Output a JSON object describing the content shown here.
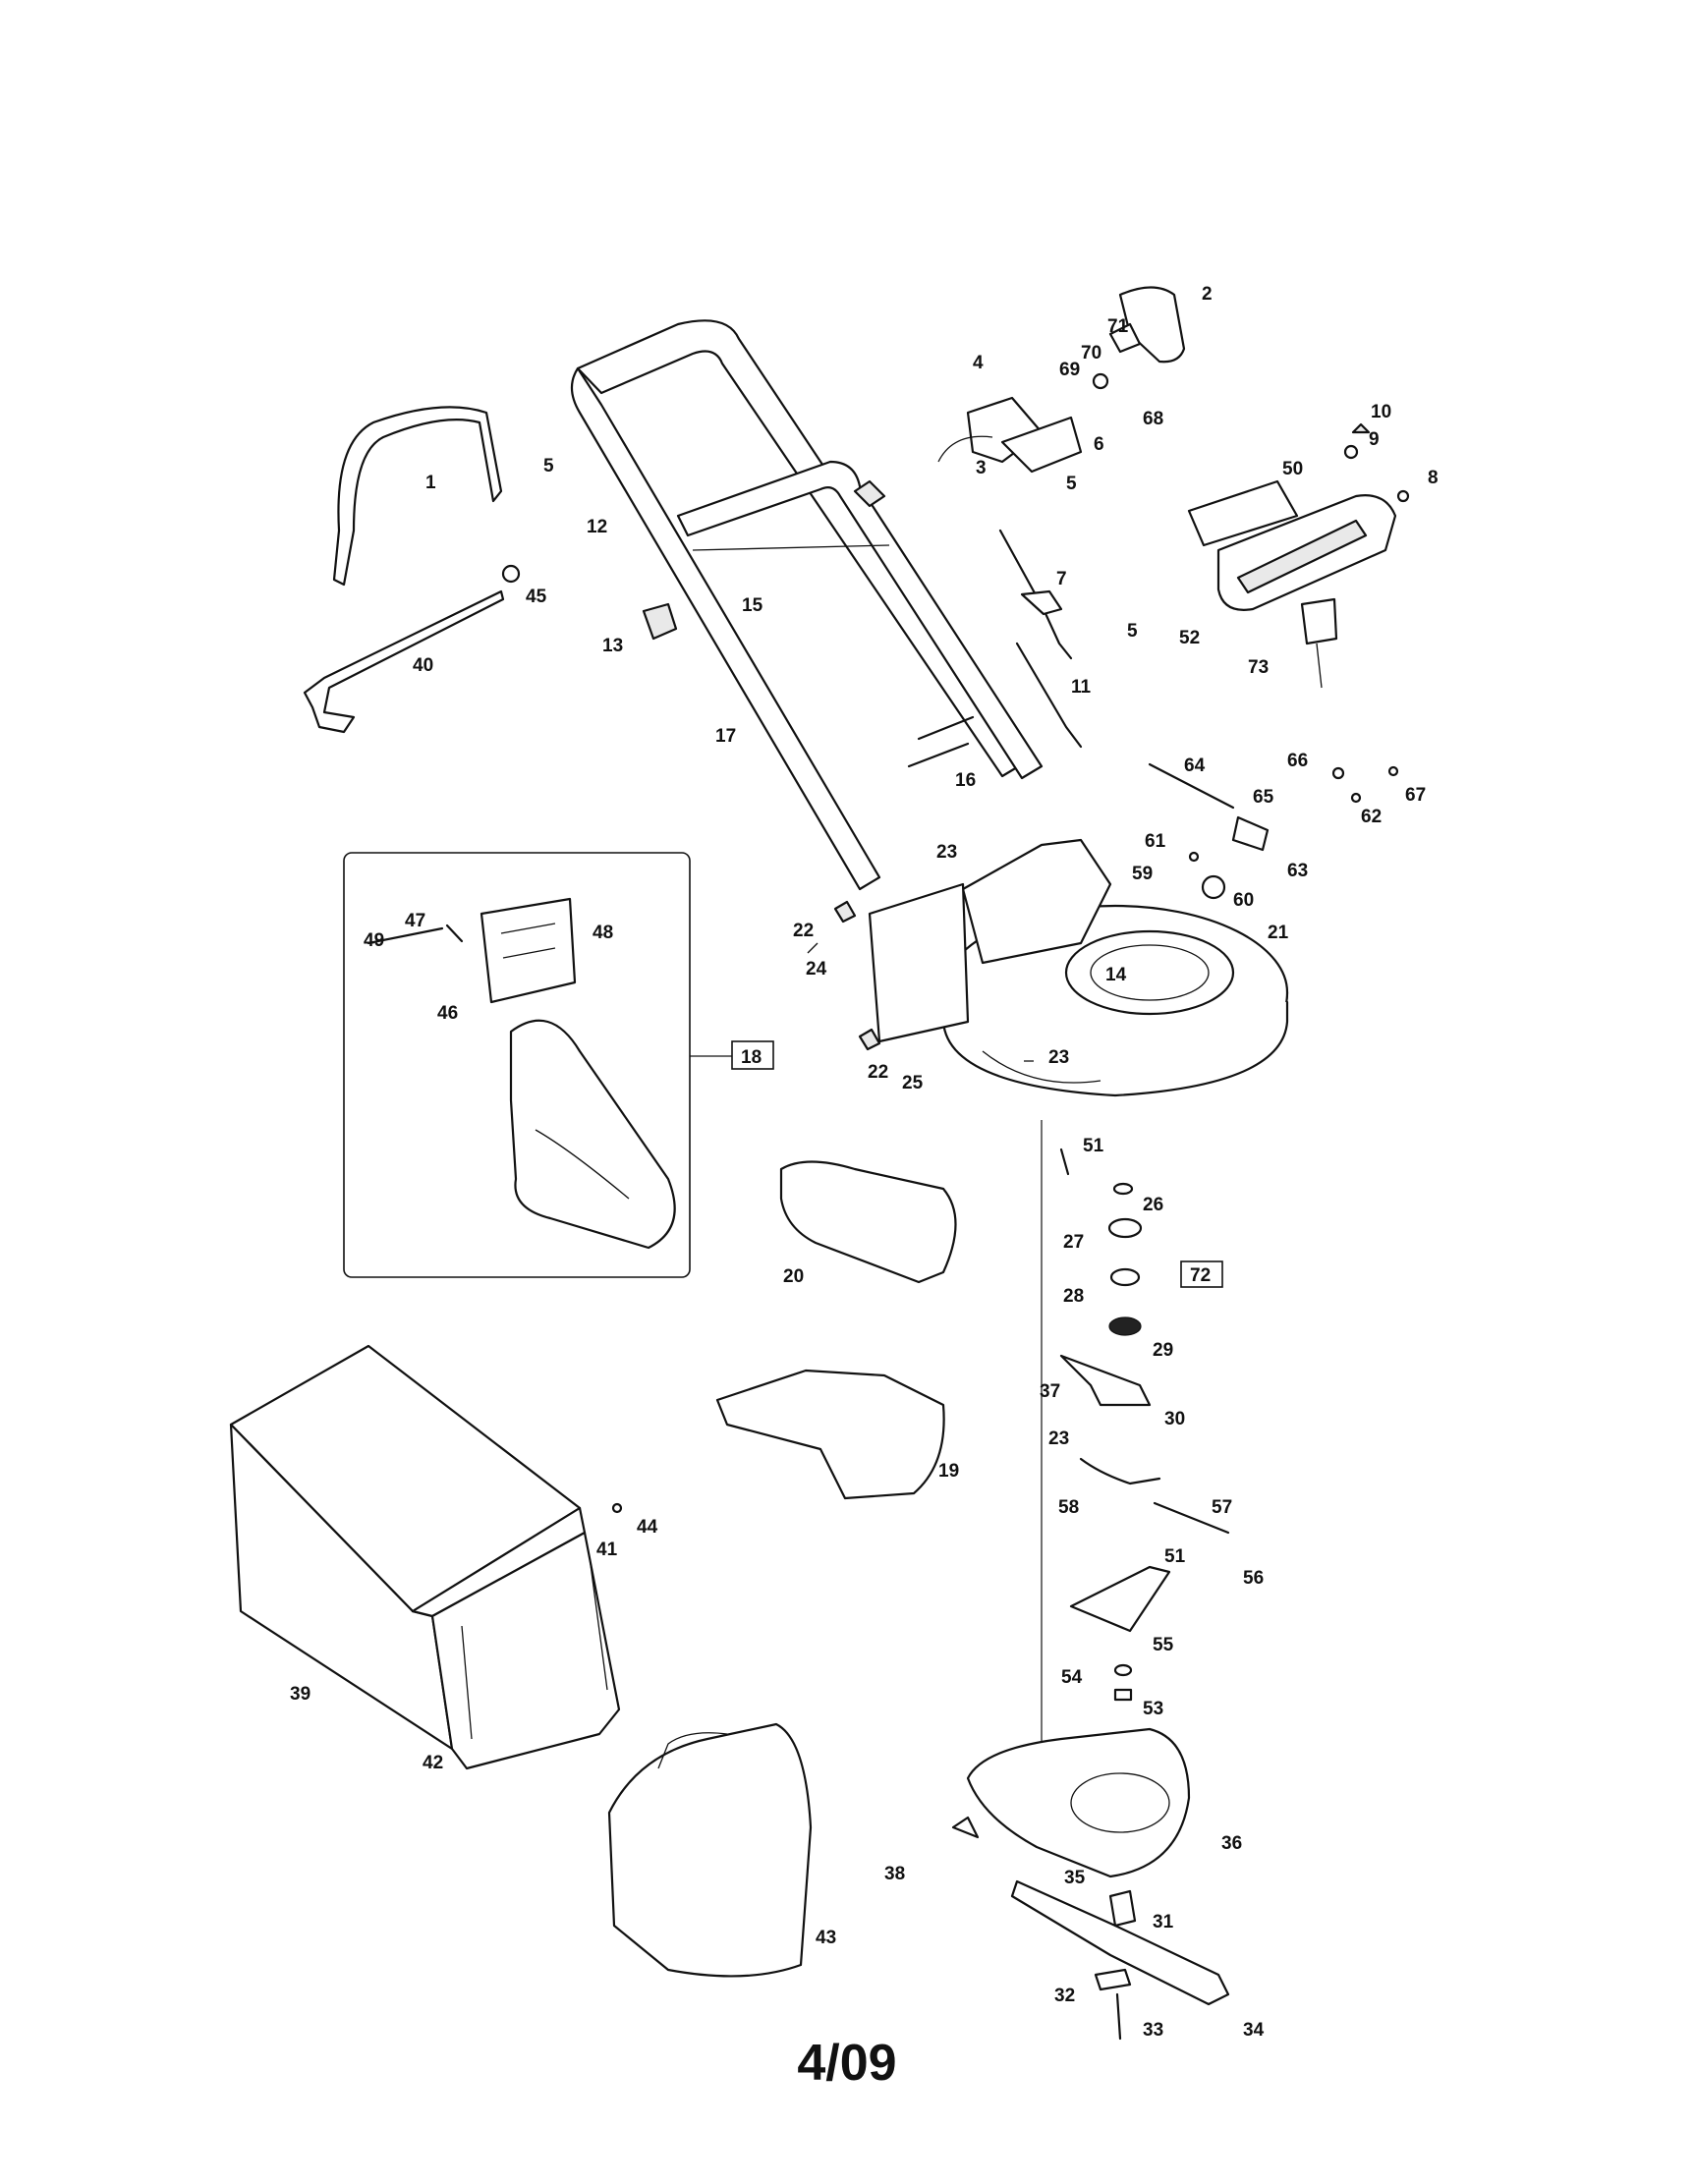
{
  "footer": {
    "date_code": "4/09"
  },
  "callouts": [
    "1",
    "2",
    "3",
    "4",
    "5",
    "6",
    "7",
    "8",
    "9",
    "10",
    "11",
    "12",
    "13",
    "14",
    "15",
    "16",
    "17",
    "18",
    "19",
    "20",
    "21",
    "22",
    "23",
    "24",
    "25",
    "26",
    "27",
    "28",
    "29",
    "30",
    "31",
    "32",
    "33",
    "34",
    "35",
    "36",
    "37",
    "38",
    "39",
    "40",
    "41",
    "42",
    "43",
    "44",
    "45",
    "46",
    "47",
    "48",
    "49",
    "50",
    "51",
    "52",
    "53",
    "54",
    "55",
    "56",
    "57",
    "58",
    "59",
    "60",
    "61",
    "62",
    "63",
    "64",
    "65",
    "66",
    "67",
    "68",
    "69",
    "70",
    "71",
    "72",
    "73"
  ],
  "boxed_callouts": {
    "inset": "18",
    "blade_assembly": "72"
  }
}
